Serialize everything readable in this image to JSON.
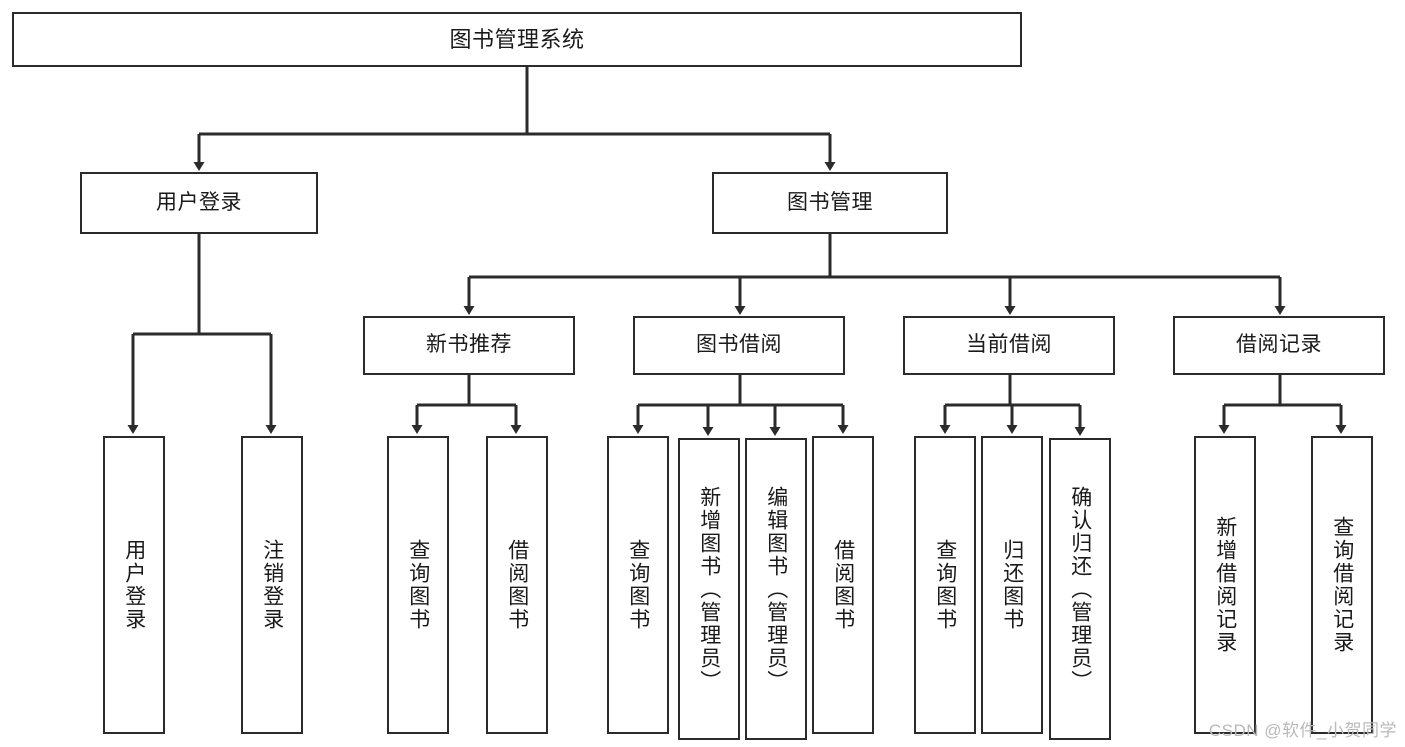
{
  "diagram": {
    "title": "图书管理系统",
    "type": "tree-hierarchy",
    "stroke_color": "#2b2b2b",
    "fill_color": "#ffffff",
    "text_color": "#1a1a1a"
  },
  "nodes": {
    "root": {
      "label": "图书管理系统"
    },
    "level1": [
      {
        "label": "用户登录"
      },
      {
        "label": "图书管理"
      }
    ],
    "level2": [
      {
        "label": "新书推荐"
      },
      {
        "label": "图书借阅"
      },
      {
        "label": "当前借阅"
      },
      {
        "label": "借阅记录"
      }
    ],
    "leaves": {
      "user_login": [
        {
          "label": "用户登录"
        },
        {
          "label": "注销登录"
        }
      ],
      "new_book": [
        {
          "label": "查询图书"
        },
        {
          "label": "借阅图书"
        }
      ],
      "book_borrow": [
        {
          "label": "查询图书"
        },
        {
          "label": "新增图书（管理员）"
        },
        {
          "label": "编辑图书（管理员）"
        },
        {
          "label": "借阅图书"
        }
      ],
      "current_borrow": [
        {
          "label": "查询图书"
        },
        {
          "label": "归还图书"
        },
        {
          "label": "确认归还（管理员）"
        }
      ],
      "borrow_record": [
        {
          "label": "新增借阅记录"
        },
        {
          "label": "查询借阅记录"
        }
      ]
    }
  },
  "watermark": {
    "text": "CSDN @软件_小贺同学"
  }
}
